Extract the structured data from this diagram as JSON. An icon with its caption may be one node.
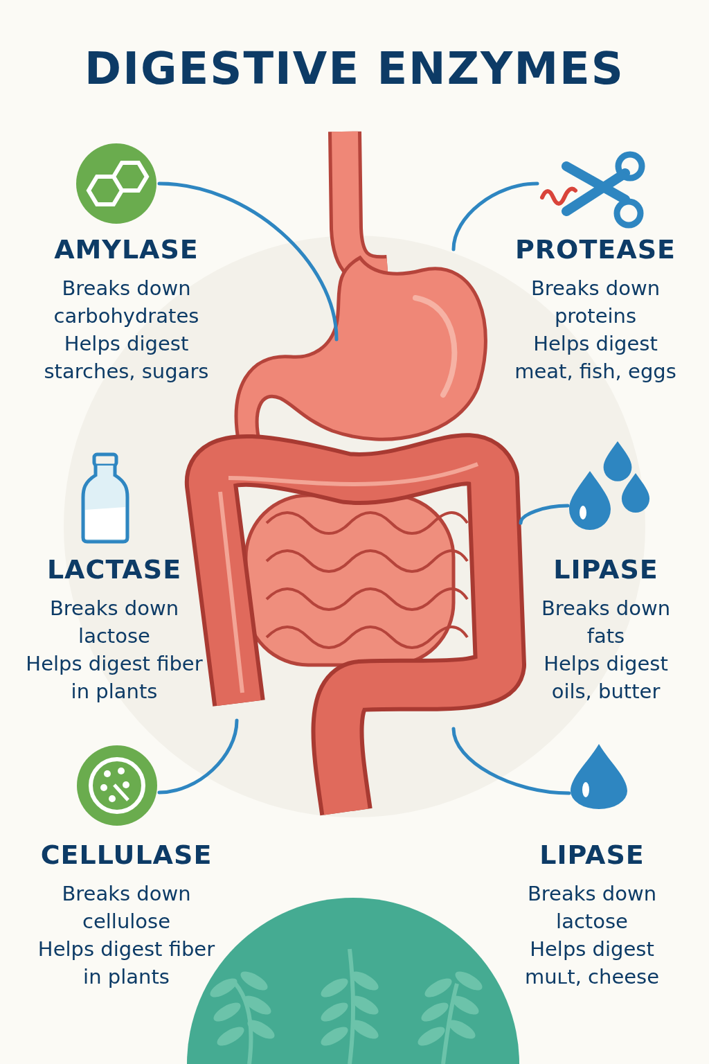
{
  "diagram": {
    "title": "DIGESTIVE ENZYMES",
    "nodes": [
      {
        "text": [],
        "shape": "picture"
      },
      {
        "text": [
          "AMYLASE",
          "Breaks down carbohydrates",
          "Helps digest starches, sugars"
        ]
      },
      {
        "text": [],
        "shape": "picture"
      },
      {
        "text": [
          "PROTEASE",
          "Breaks down proteins",
          "Helps digest meat, fish, eggs"
        ]
      },
      {
        "text": [],
        "shape": "picture"
      },
      {
        "text": [],
        "shape": "picture"
      },
      {
        "text": [
          "LACTASE",
          "Breaks down lactose",
          "Helps digest fiber in plants"
        ]
      },
      {
        "text": [],
        "shape": "picture"
      },
      {
        "text": [
          "LIPASE",
          "Breaks down fats",
          "Helps digest oils, butter"
        ]
      },
      {
        "text": [],
        "shape": "picture"
      },
      {
        "text": [],
        "shape": "picture"
      },
      {
        "text": [
          "CELLULASE",
          "Breaks down cellulose",
          "Helps digest fiber in plants"
        ]
      },
      {
        "text": [],
        "shape": "picture"
      },
      {
        "text": [
          "LIPASE",
          "Breaks down lactose",
          "Helps digest muʟt, cheese"
        ]
      }
    ],
    "edges": [
      {
        "from": 0,
        "to": 4,
        "arrow": "none"
      },
      {
        "from": 2,
        "to": 4,
        "arrow": "none"
      },
      {
        "from": 7,
        "to": 9,
        "arrow": "none"
      },
      {
        "from": 10,
        "to": 9,
        "arrow": "none"
      },
      {
        "from": 12,
        "to": 9,
        "arrow": "none"
      }
    ]
  }
}
